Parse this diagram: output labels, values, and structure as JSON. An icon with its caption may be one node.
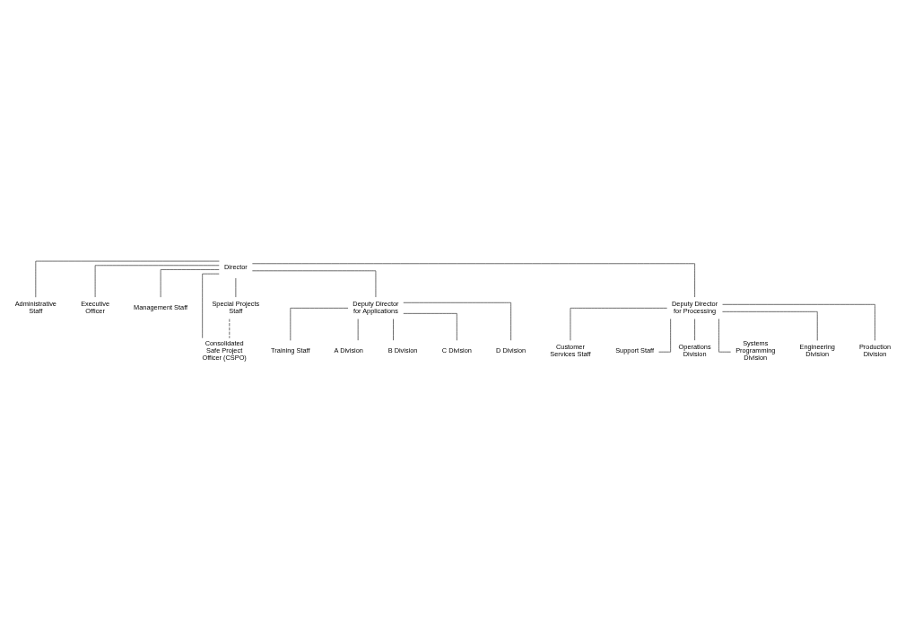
{
  "diagram": {
    "nodes": [
      {
        "text": [
          "Director"
        ]
      },
      {
        "text": [
          "Administrative Staff"
        ]
      },
      {
        "text": [
          "Executive Officer"
        ]
      },
      {
        "text": [
          "Management Staff"
        ]
      },
      {
        "text": [
          "Special Projects Staff"
        ]
      },
      {
        "text": [
          "Consolidated Safe Project Officer (CSPO)"
        ]
      },
      {
        "text": [
          "Deputy Director for Applications"
        ]
      },
      {
        "text": [
          "Deputy Director for Processing"
        ]
      },
      {
        "text": [
          "Training Staff"
        ]
      },
      {
        "text": [
          "A Division"
        ]
      },
      {
        "text": [
          "B Division"
        ]
      },
      {
        "text": [
          "C Division"
        ]
      },
      {
        "text": [
          "D Division"
        ]
      },
      {
        "text": [
          "Customer Services Staff"
        ]
      },
      {
        "text": [
          "Support Staff"
        ]
      },
      {
        "text": [
          "Operations Division"
        ]
      },
      {
        "text": [
          "Systems Programming Division"
        ]
      },
      {
        "text": [
          "Engineering Division"
        ]
      },
      {
        "text": [
          "Production Division"
        ]
      }
    ],
    "edges": [
      {
        "from": 0,
        "to": 1,
        "arrow": "none"
      },
      {
        "from": 0,
        "to": 2,
        "arrow": "none"
      },
      {
        "from": 0,
        "to": 3,
        "arrow": "none"
      },
      {
        "from": 0,
        "to": 4,
        "arrow": "none"
      },
      {
        "from": 4,
        "to": 5,
        "arrow": "none",
        "style": "dashed"
      },
      {
        "from": 0,
        "to": 5,
        "arrow": "none"
      },
      {
        "from": 0,
        "to": 6,
        "arrow": "none"
      },
      {
        "from": 0,
        "to": 7,
        "arrow": "none"
      },
      {
        "from": 6,
        "to": 8,
        "arrow": "none"
      },
      {
        "from": 6,
        "to": 9,
        "arrow": "none"
      },
      {
        "from": 6,
        "to": 10,
        "arrow": "none"
      },
      {
        "from": 6,
        "to": 11,
        "arrow": "none"
      },
      {
        "from": 6,
        "to": 12,
        "arrow": "none"
      },
      {
        "from": 7,
        "to": 13,
        "arrow": "none"
      },
      {
        "from": 7,
        "to": 14,
        "arrow": "none"
      },
      {
        "from": 7,
        "to": 15,
        "arrow": "none"
      },
      {
        "from": 7,
        "to": 16,
        "arrow": "none"
      },
      {
        "from": 7,
        "to": 17,
        "arrow": "none"
      },
      {
        "from": 7,
        "to": 18,
        "arrow": "none"
      }
    ]
  }
}
